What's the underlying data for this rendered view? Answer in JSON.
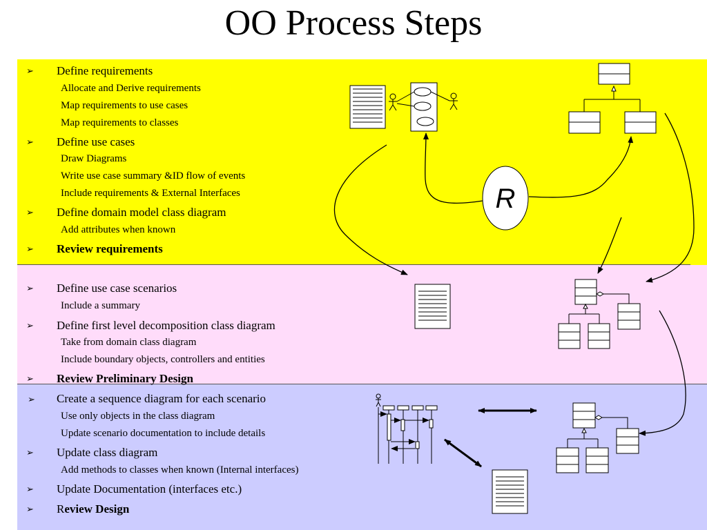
{
  "title": "OO Process Steps",
  "bullet_glyph": "➢",
  "sections": {
    "requirements": {
      "items": [
        {
          "label": "Define requirements"
        },
        {
          "sub": "Allocate and Derive requirements"
        },
        {
          "sub": "Map requirements to use cases"
        },
        {
          "sub": "Map requirements to classes"
        },
        {
          "label": "Define use cases"
        },
        {
          "sub": "Draw Diagrams"
        },
        {
          "sub": "Write use case summary &ID flow of events"
        },
        {
          "sub": "Include requirements & External Interfaces"
        },
        {
          "label": "Define domain model class diagram"
        },
        {
          "sub": "Add attributes when known"
        },
        {
          "label": "Review requirements"
        }
      ]
    },
    "preliminary": {
      "items": [
        {
          "label": "Define use case scenarios"
        },
        {
          "sub": "Include a summary"
        },
        {
          "label": "Define first level decomposition class diagram"
        },
        {
          "sub": "Take from domain class diagram"
        },
        {
          "sub": "Include boundary objects, controllers and entities"
        },
        {
          "label": "Review Preliminary Design"
        }
      ]
    },
    "detailed": {
      "items": [
        {
          "label": "Create a sequence diagram for each scenario"
        },
        {
          "sub": "Use only objects in the class diagram"
        },
        {
          "sub": "Update scenario documentation to include details"
        },
        {
          "label": "Update class diagram"
        },
        {
          "sub": "Add methods to classes when known (Internal interfaces)"
        },
        {
          "label": "Update Documentation (interfaces etc.)"
        },
        {
          "label_prefix": "R",
          "label_bold": "eview Design"
        }
      ]
    }
  },
  "review_circle_label": "R",
  "colors": {
    "requirements_band": "#ffff00",
    "preliminary_band": "#ffdcfa",
    "detailed_band": "#ccccff"
  }
}
